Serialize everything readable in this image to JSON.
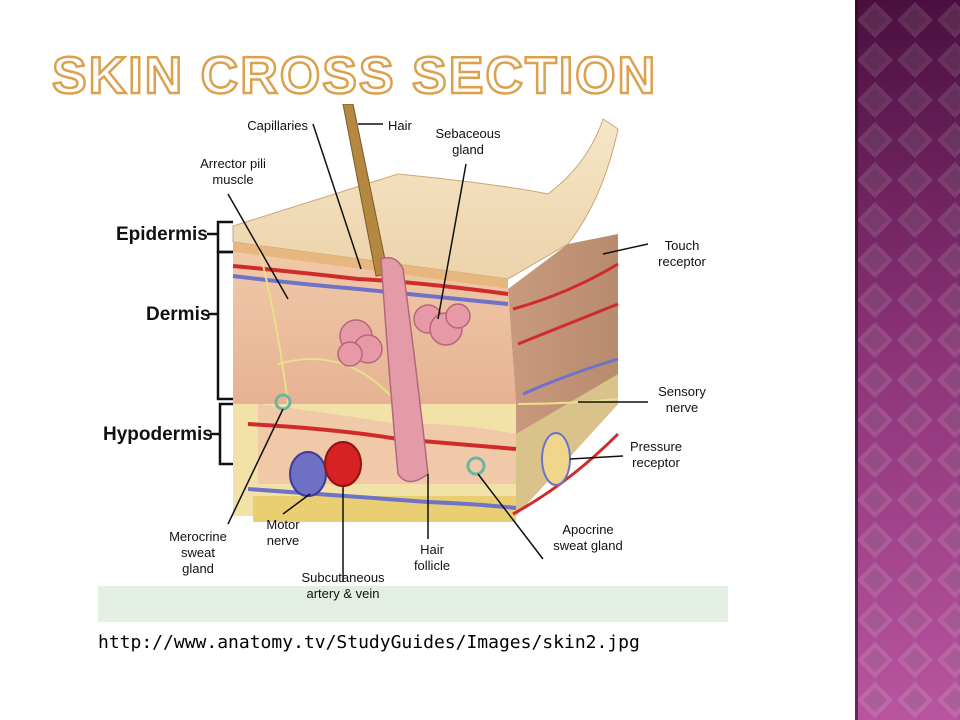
{
  "slide": {
    "title": "Skin Cross Section",
    "source_caption": "http://www.anatomy.tv/StudyGuides/Images/skin2.jpg"
  },
  "diagram": {
    "layers": [
      "Epidermis",
      "Dermis",
      "Hypodermis"
    ],
    "labels": {
      "capillaries": "Capillaries",
      "hair": "Hair",
      "sebaceous_gland": [
        "Sebaceous",
        "gland"
      ],
      "arrector_pili": [
        "Arrector pili",
        "muscle"
      ],
      "touch_receptor": [
        "Touch",
        "receptor"
      ],
      "sensory_nerve": [
        "Sensory",
        "nerve"
      ],
      "pressure_receptor": [
        "Pressure",
        "receptor"
      ],
      "apocrine_gland": [
        "Apocrine",
        "sweat gland"
      ],
      "hair_follicle": [
        "Hair",
        "follicle"
      ],
      "subcutaneous_vessels": [
        "Subcutaneous",
        "artery & vein"
      ],
      "motor_nerve": [
        "Motor",
        "nerve"
      ],
      "merocrine_gland": [
        "Merocrine",
        "sweat",
        "gland"
      ]
    }
  },
  "colors": {
    "title_outline": "#dba14d",
    "band_dark": "#4a0f3f",
    "band_light": "#b8559e"
  }
}
